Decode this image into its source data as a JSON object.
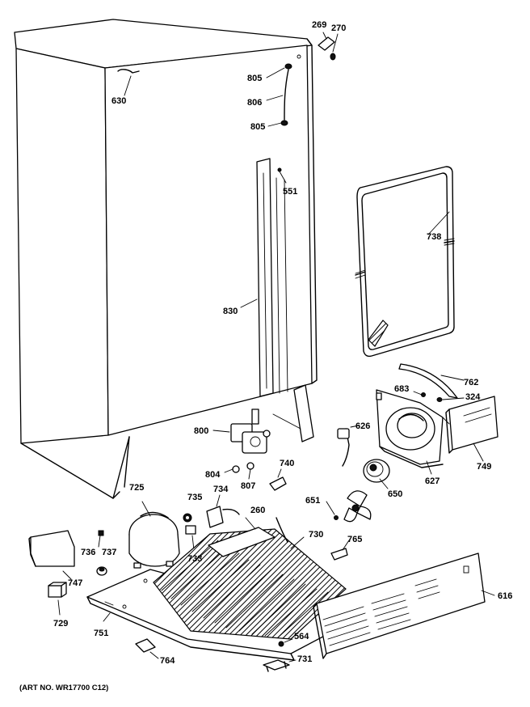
{
  "diagram": {
    "art_number": "(ART NO. WR17700 C12)",
    "part_labels": {
      "p269": "269",
      "p270": "270",
      "p630": "630",
      "p805a": "805",
      "p806": "806",
      "p805b": "805",
      "p551": "551",
      "p738": "738",
      "p830": "830",
      "p762": "762",
      "p683": "683",
      "p324": "324",
      "p800": "800",
      "p626": "626",
      "p740": "740",
      "p804": "804",
      "p807": "807",
      "p734": "734",
      "p725": "725",
      "p735": "735",
      "p260": "260",
      "p749": "749",
      "p627": "627",
      "p650": "650",
      "p651": "651",
      "p730": "730",
      "p765": "765",
      "p736": "736",
      "p737": "737",
      "p733": "733",
      "p747": "747",
      "p616": "616",
      "p729": "729",
      "p751": "751",
      "p564": "564",
      "p764": "764",
      "p731": "731"
    }
  }
}
